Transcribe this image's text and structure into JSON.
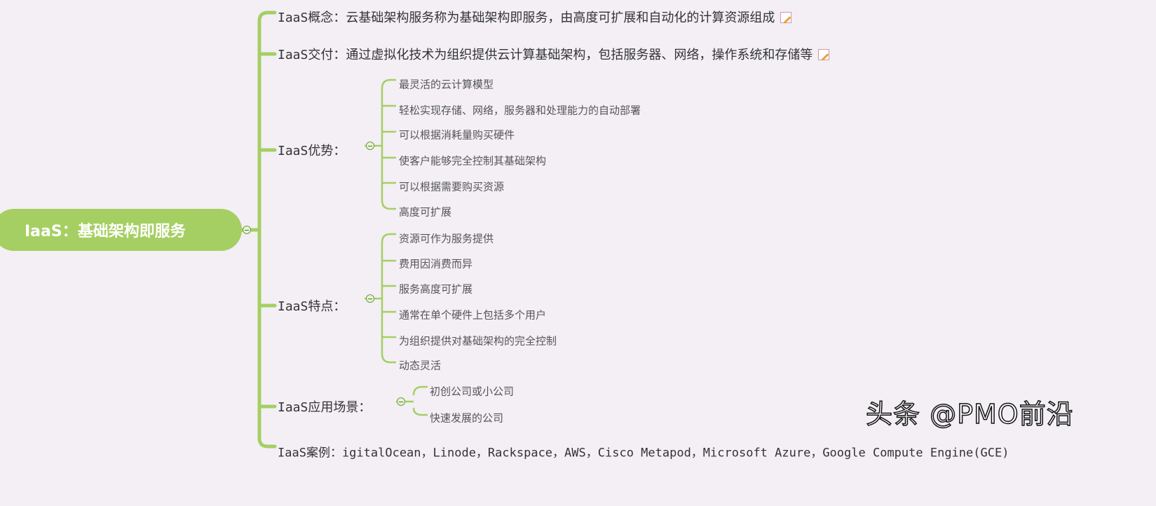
{
  "root": {
    "label": "IaaS：基础架构即服务"
  },
  "branches": [
    {
      "label": "IaaS概念：云基础架构服务称为基础架构即服务，由高度可扩展和自动化的计算资源组成",
      "note": true
    },
    {
      "label": "IaaS交付：通过虚拟化技术为组织提供云计算基础架构，包括服务器、网络，操作系统和存储等",
      "note": true
    },
    {
      "label": "IaaS优势：",
      "children": [
        "最灵活的云计算模型",
        "轻松实现存储、网络，服务器和处理能力的自动部署",
        "可以根据消耗量购买硬件",
        "使客户能够完全控制其基础架构",
        "可以根据需要购买资源",
        "高度可扩展"
      ]
    },
    {
      "label": "IaaS特点：",
      "children": [
        "资源可作为服务提供",
        "费用因消费而异",
        "服务高度可扩展",
        "通常在单个硬件上包括多个用户",
        "为组织提供对基础架构的完全控制",
        "动态灵活"
      ]
    },
    {
      "label": "IaaS应用场景：",
      "children": [
        "初创公司或小公司",
        "快速发展的公司"
      ]
    },
    {
      "label": "IaaS案例：igitalOcean，Linode，Rackspace，AWS，Cisco Metapod，Microsoft Azure，Google Compute Engine(GCE)"
    }
  ],
  "watermark": "头条 @PMO前沿",
  "colors": {
    "branch_line": "#a5cf62",
    "background": "#f3eff5"
  }
}
